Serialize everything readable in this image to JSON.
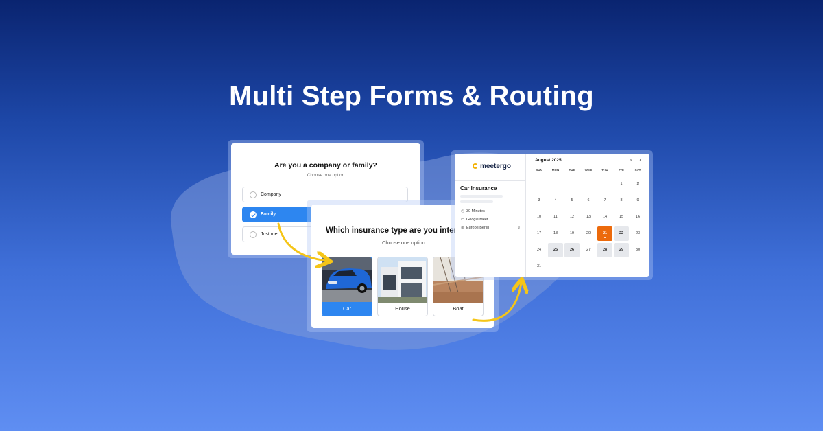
{
  "headline": "Multi Step Forms & Routing",
  "colors": {
    "accent_blue": "#2d86f0",
    "selected_orange": "#ec6a0c",
    "arrow_yellow": "#f5c518",
    "logo_yellow": "#f2b30a"
  },
  "step1": {
    "question": "Are you a company or family?",
    "hint": "Choose one option",
    "options": [
      {
        "label": "Company",
        "selected": false
      },
      {
        "label": "Family",
        "selected": true
      },
      {
        "label": "Just me",
        "selected": false
      }
    ]
  },
  "step2": {
    "question": "Which insurance type are you interes",
    "hint": "Choose one option",
    "options": [
      {
        "label": "Car",
        "image": "car-photo",
        "selected": true
      },
      {
        "label": "House",
        "image": "house-photo",
        "selected": false
      },
      {
        "label": "Boat",
        "image": "boat-photo",
        "selected": false
      }
    ]
  },
  "booking": {
    "brand": "meetergo",
    "event_title": "Car Insurance",
    "duration": "30 Minutes",
    "location": "Google Meet",
    "timezone": "Europe/Berlin",
    "icons": {
      "duration": "clock-icon",
      "location": "video-icon",
      "timezone": "globe-icon",
      "timezone_toggle": "chevron-updown-icon"
    },
    "calendar": {
      "month": "August 2025",
      "weekdays": [
        "SUN",
        "MON",
        "TUE",
        "WED",
        "THU",
        "FRI",
        "SAT"
      ],
      "weeks": [
        [
          "",
          "",
          "",
          "",
          "",
          "1",
          "2"
        ],
        [
          "3",
          "4",
          "5",
          "6",
          "7",
          "8",
          "9"
        ],
        [
          "10",
          "11",
          "12",
          "13",
          "14",
          "15",
          "16"
        ],
        [
          "17",
          "18",
          "19",
          "20",
          "21",
          "22",
          "23"
        ],
        [
          "24",
          "25",
          "26",
          "27",
          "28",
          "29",
          "30"
        ],
        [
          "31",
          "",
          "",
          "",
          "",
          "",
          ""
        ]
      ],
      "available_days": [
        "22",
        "25",
        "26",
        "28",
        "29"
      ],
      "selected_day": "21",
      "prev_label": "‹",
      "next_label": "›"
    }
  }
}
